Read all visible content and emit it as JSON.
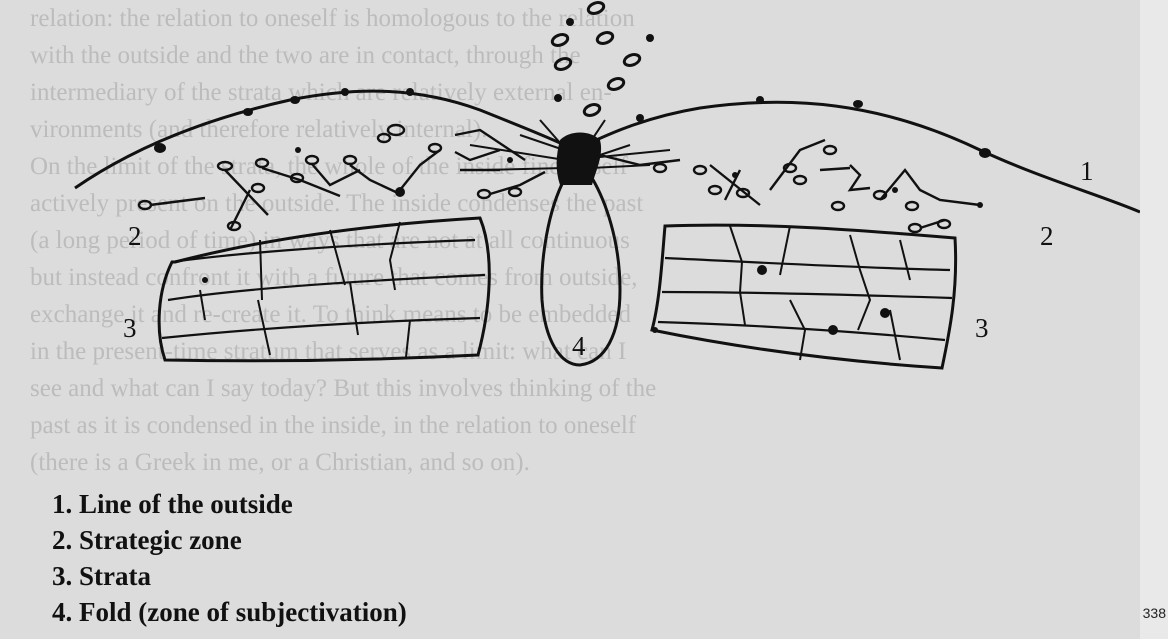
{
  "diagram": {
    "labels": {
      "outside": "1",
      "strategic_left": "2",
      "strategic_right": "2",
      "strata_left": "3",
      "strata_right": "3",
      "fold": "4"
    },
    "legend": [
      "1. Line of the outside",
      "2. Strategic zone",
      "3. Strata",
      "4. Fold (zone of subjectivation)"
    ]
  },
  "page_number": "338",
  "background_text": [
    "relation: the relation to oneself is homologous to the relation",
    "with the outside and the two are in contact, through the",
    "intermediary of the strata which are relatively external en-",
    "vironments (and therefore relatively internal).",
    "On the limit of the strata, the whole of the inside finds itself",
    "actively present on the outside. The inside condenses the past",
    "(a long period of time) in ways that are not at all continuous",
    "but instead confront it with a future that comes from outside,",
    "exchange it and re-create it. To think means to be embedded",
    "in the present-time stratum that serves as a limit: what can I",
    "see and what can I say today? But this involves thinking of the",
    "past as it is condensed in the inside, in the relation to oneself",
    "(there is a Greek in me, or a Christian, and so on)."
  ]
}
